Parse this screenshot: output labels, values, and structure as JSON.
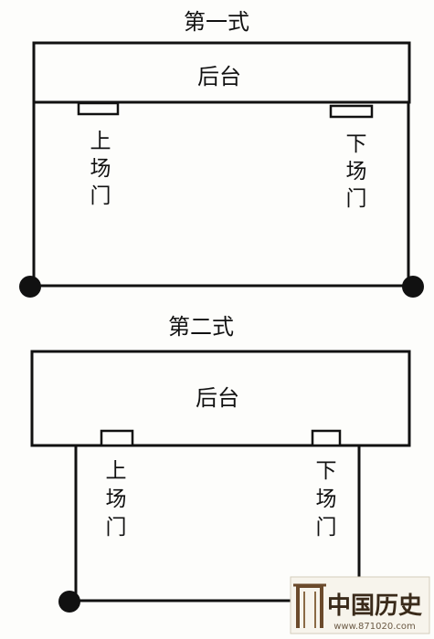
{
  "diagram1": {
    "title": "第一式",
    "backstage": "后台",
    "entrance": [
      "上",
      "场",
      "门"
    ],
    "exit": [
      "下",
      "场",
      "门"
    ]
  },
  "diagram2": {
    "title": "第二式",
    "backstage": "后台",
    "entrance": [
      "上",
      "场",
      "门"
    ],
    "exit": [
      "下",
      "场",
      "门"
    ]
  },
  "watermark": {
    "text": "中国历史",
    "url": "www.871020.com"
  }
}
